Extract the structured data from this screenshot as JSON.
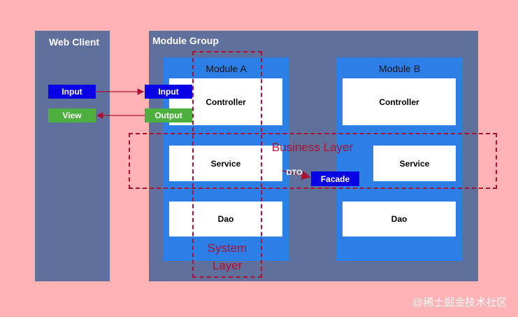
{
  "web_client": {
    "title": "Web Client",
    "input_label": "Input",
    "view_label": "View"
  },
  "module_group": {
    "title": "Module Group"
  },
  "module_a": {
    "title": "Module A",
    "input_label": "Input",
    "output_label": "Output",
    "controller_label": "Controller",
    "service_label": "Service",
    "dao_label": "Dao"
  },
  "module_b": {
    "title": "Module B",
    "controller_label": "Controller",
    "service_label": "Service",
    "dao_label": "Dao"
  },
  "connectors": {
    "dto_label": "DTO",
    "facade_label": "Facade"
  },
  "layers": {
    "business_layer": "Business Layer",
    "system_layer_line1": "System",
    "system_layer_line2": "Layer"
  },
  "watermark": "@稀土掘金技术社区",
  "colors": {
    "background": "#ffb3b5",
    "panel": "#5e709b",
    "module": "#2b7fe6",
    "input_tag": "#0a00e6",
    "output_tag": "#4caf3e",
    "arrow": "#b01030"
  }
}
